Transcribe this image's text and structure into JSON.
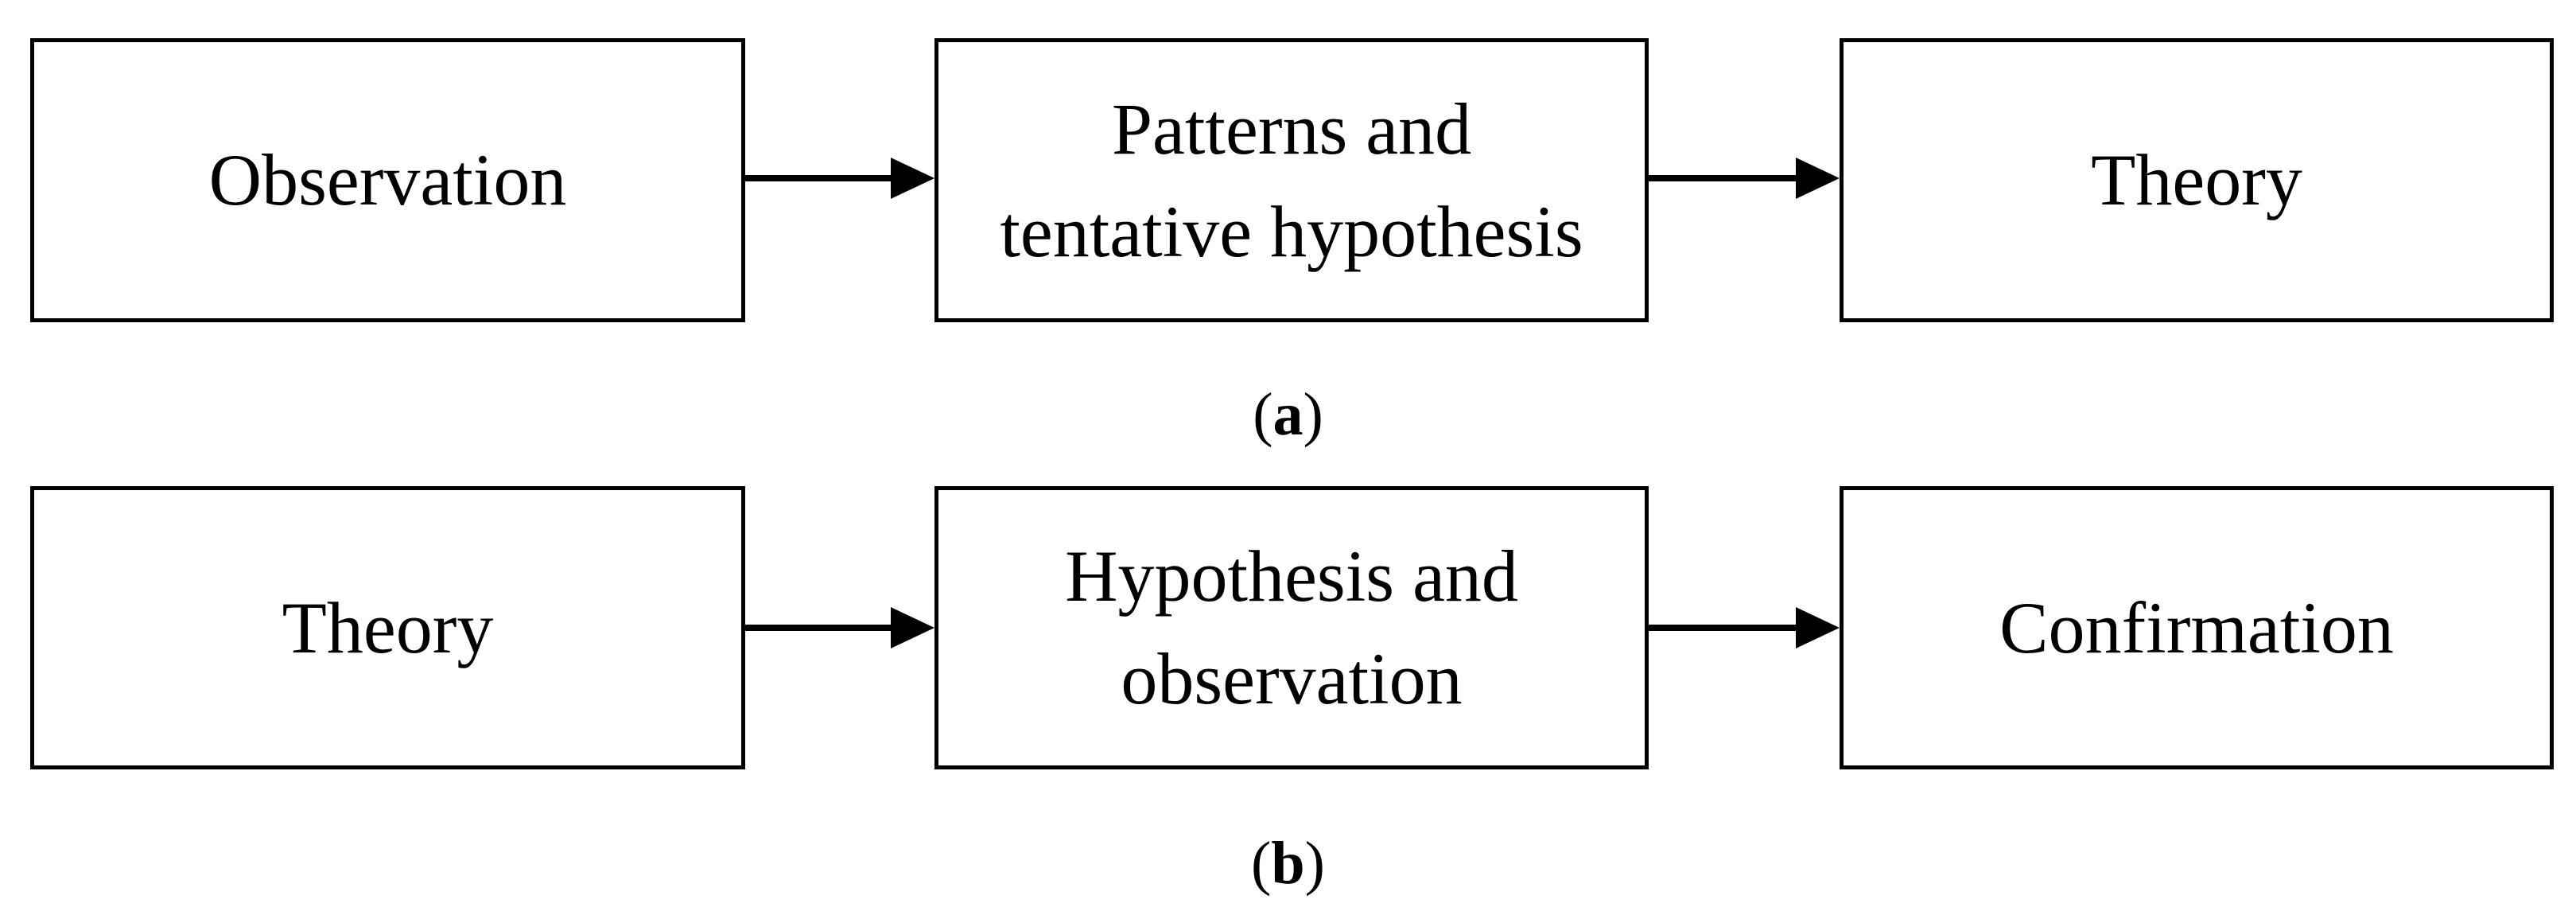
{
  "figure": {
    "colors": {
      "background": "#ffffff",
      "stroke": "#000000"
    },
    "rows": [
      {
        "caption": {
          "open": "(",
          "letter": "a",
          "close": ")"
        },
        "boxes": [
          {
            "name": "observation",
            "lines": [
              "Observation"
            ]
          },
          {
            "name": "patterns-and-tentative-hypothesis",
            "lines": [
              "Patterns and",
              "tentative hypothesis"
            ]
          },
          {
            "name": "theory",
            "lines": [
              "Theory"
            ]
          }
        ]
      },
      {
        "caption": {
          "open": "(",
          "letter": "b",
          "close": ")"
        },
        "boxes": [
          {
            "name": "theory",
            "lines": [
              "Theory"
            ]
          },
          {
            "name": "hypothesis-and-observation",
            "lines": [
              "Hypothesis and",
              "observation"
            ]
          },
          {
            "name": "confirmation",
            "lines": [
              "Confirmation"
            ]
          }
        ]
      }
    ]
  }
}
